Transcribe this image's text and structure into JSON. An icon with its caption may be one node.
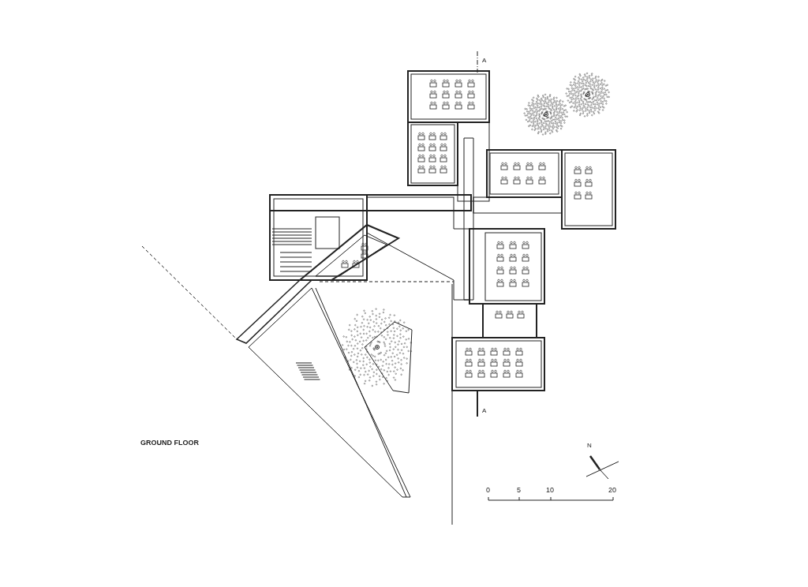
{
  "diagram": {
    "title": "GROUND FLOOR",
    "labels": [
      "A",
      "A",
      "N",
      "0",
      "5",
      "10",
      "20"
    ]
  }
}
